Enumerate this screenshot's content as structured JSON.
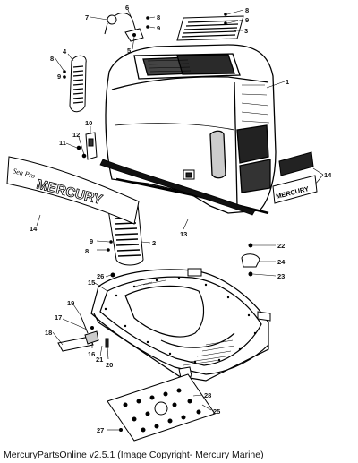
{
  "footer": {
    "app_name": "MercuryPartsOnline v2.5.1",
    "copyright": "(Image Copyright- Mercury Marine)"
  },
  "callouts": [
    {
      "label": "1"
    },
    {
      "label": "2"
    },
    {
      "label": "3"
    },
    {
      "label": "4"
    },
    {
      "label": "5"
    },
    {
      "label": "6"
    },
    {
      "label": "7"
    },
    {
      "label": "8"
    },
    {
      "label": "9"
    },
    {
      "label": "8"
    },
    {
      "label": "9"
    },
    {
      "label": "8"
    },
    {
      "label": "9"
    },
    {
      "label": "10"
    },
    {
      "label": "11"
    },
    {
      "label": "12"
    },
    {
      "label": "13"
    },
    {
      "label": "14"
    },
    {
      "label": "14"
    },
    {
      "label": "15"
    },
    {
      "label": "16"
    },
    {
      "label": "17"
    },
    {
      "label": "18"
    },
    {
      "label": "19"
    },
    {
      "label": "20"
    },
    {
      "label": "21"
    },
    {
      "label": "22"
    },
    {
      "label": "23"
    },
    {
      "label": "24"
    },
    {
      "label": "25"
    },
    {
      "label": "26"
    },
    {
      "label": "27"
    },
    {
      "label": "28"
    },
    {
      "label": "9"
    },
    {
      "label": "8"
    }
  ],
  "decals": {
    "side_brand": "MERCURY",
    "side_model": "Sea Pro",
    "small_brand": "MERCURY"
  }
}
